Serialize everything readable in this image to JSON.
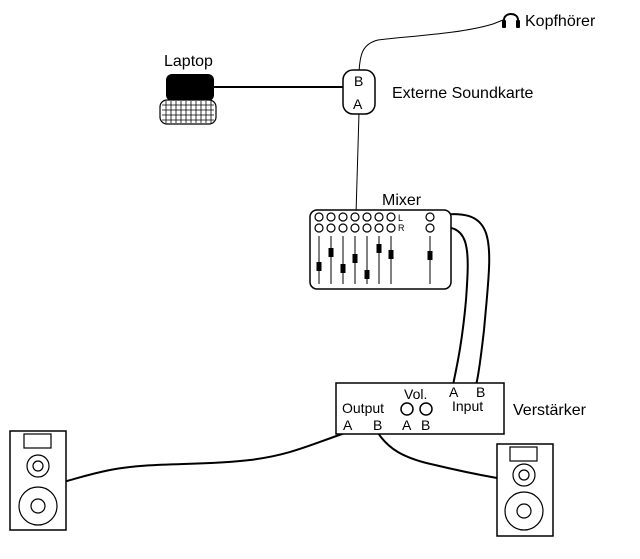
{
  "labels": {
    "headphones": "Kopfhörer",
    "laptop": "Laptop",
    "soundcard": "Externe Soundkarte",
    "soundcard_port_b": "B",
    "soundcard_port_a": "A",
    "mixer": "Mixer",
    "mixer_channel_l": "L",
    "mixer_channel_r": "R",
    "amplifier": "Verstärker",
    "amp_output": "Output",
    "amp_output_a": "A",
    "amp_output_b": "B",
    "amp_vol": "Vol.",
    "amp_vol_a": "A",
    "amp_vol_b": "B",
    "amp_input": "Input",
    "amp_input_a": "A",
    "amp_input_b": "B"
  },
  "icons": {
    "headphones": "headphones-icon",
    "laptop": "laptop-icon",
    "speaker_left": "speaker-icon",
    "speaker_right": "speaker-icon"
  },
  "colors": {
    "line": "#000000",
    "background": "#ffffff"
  }
}
